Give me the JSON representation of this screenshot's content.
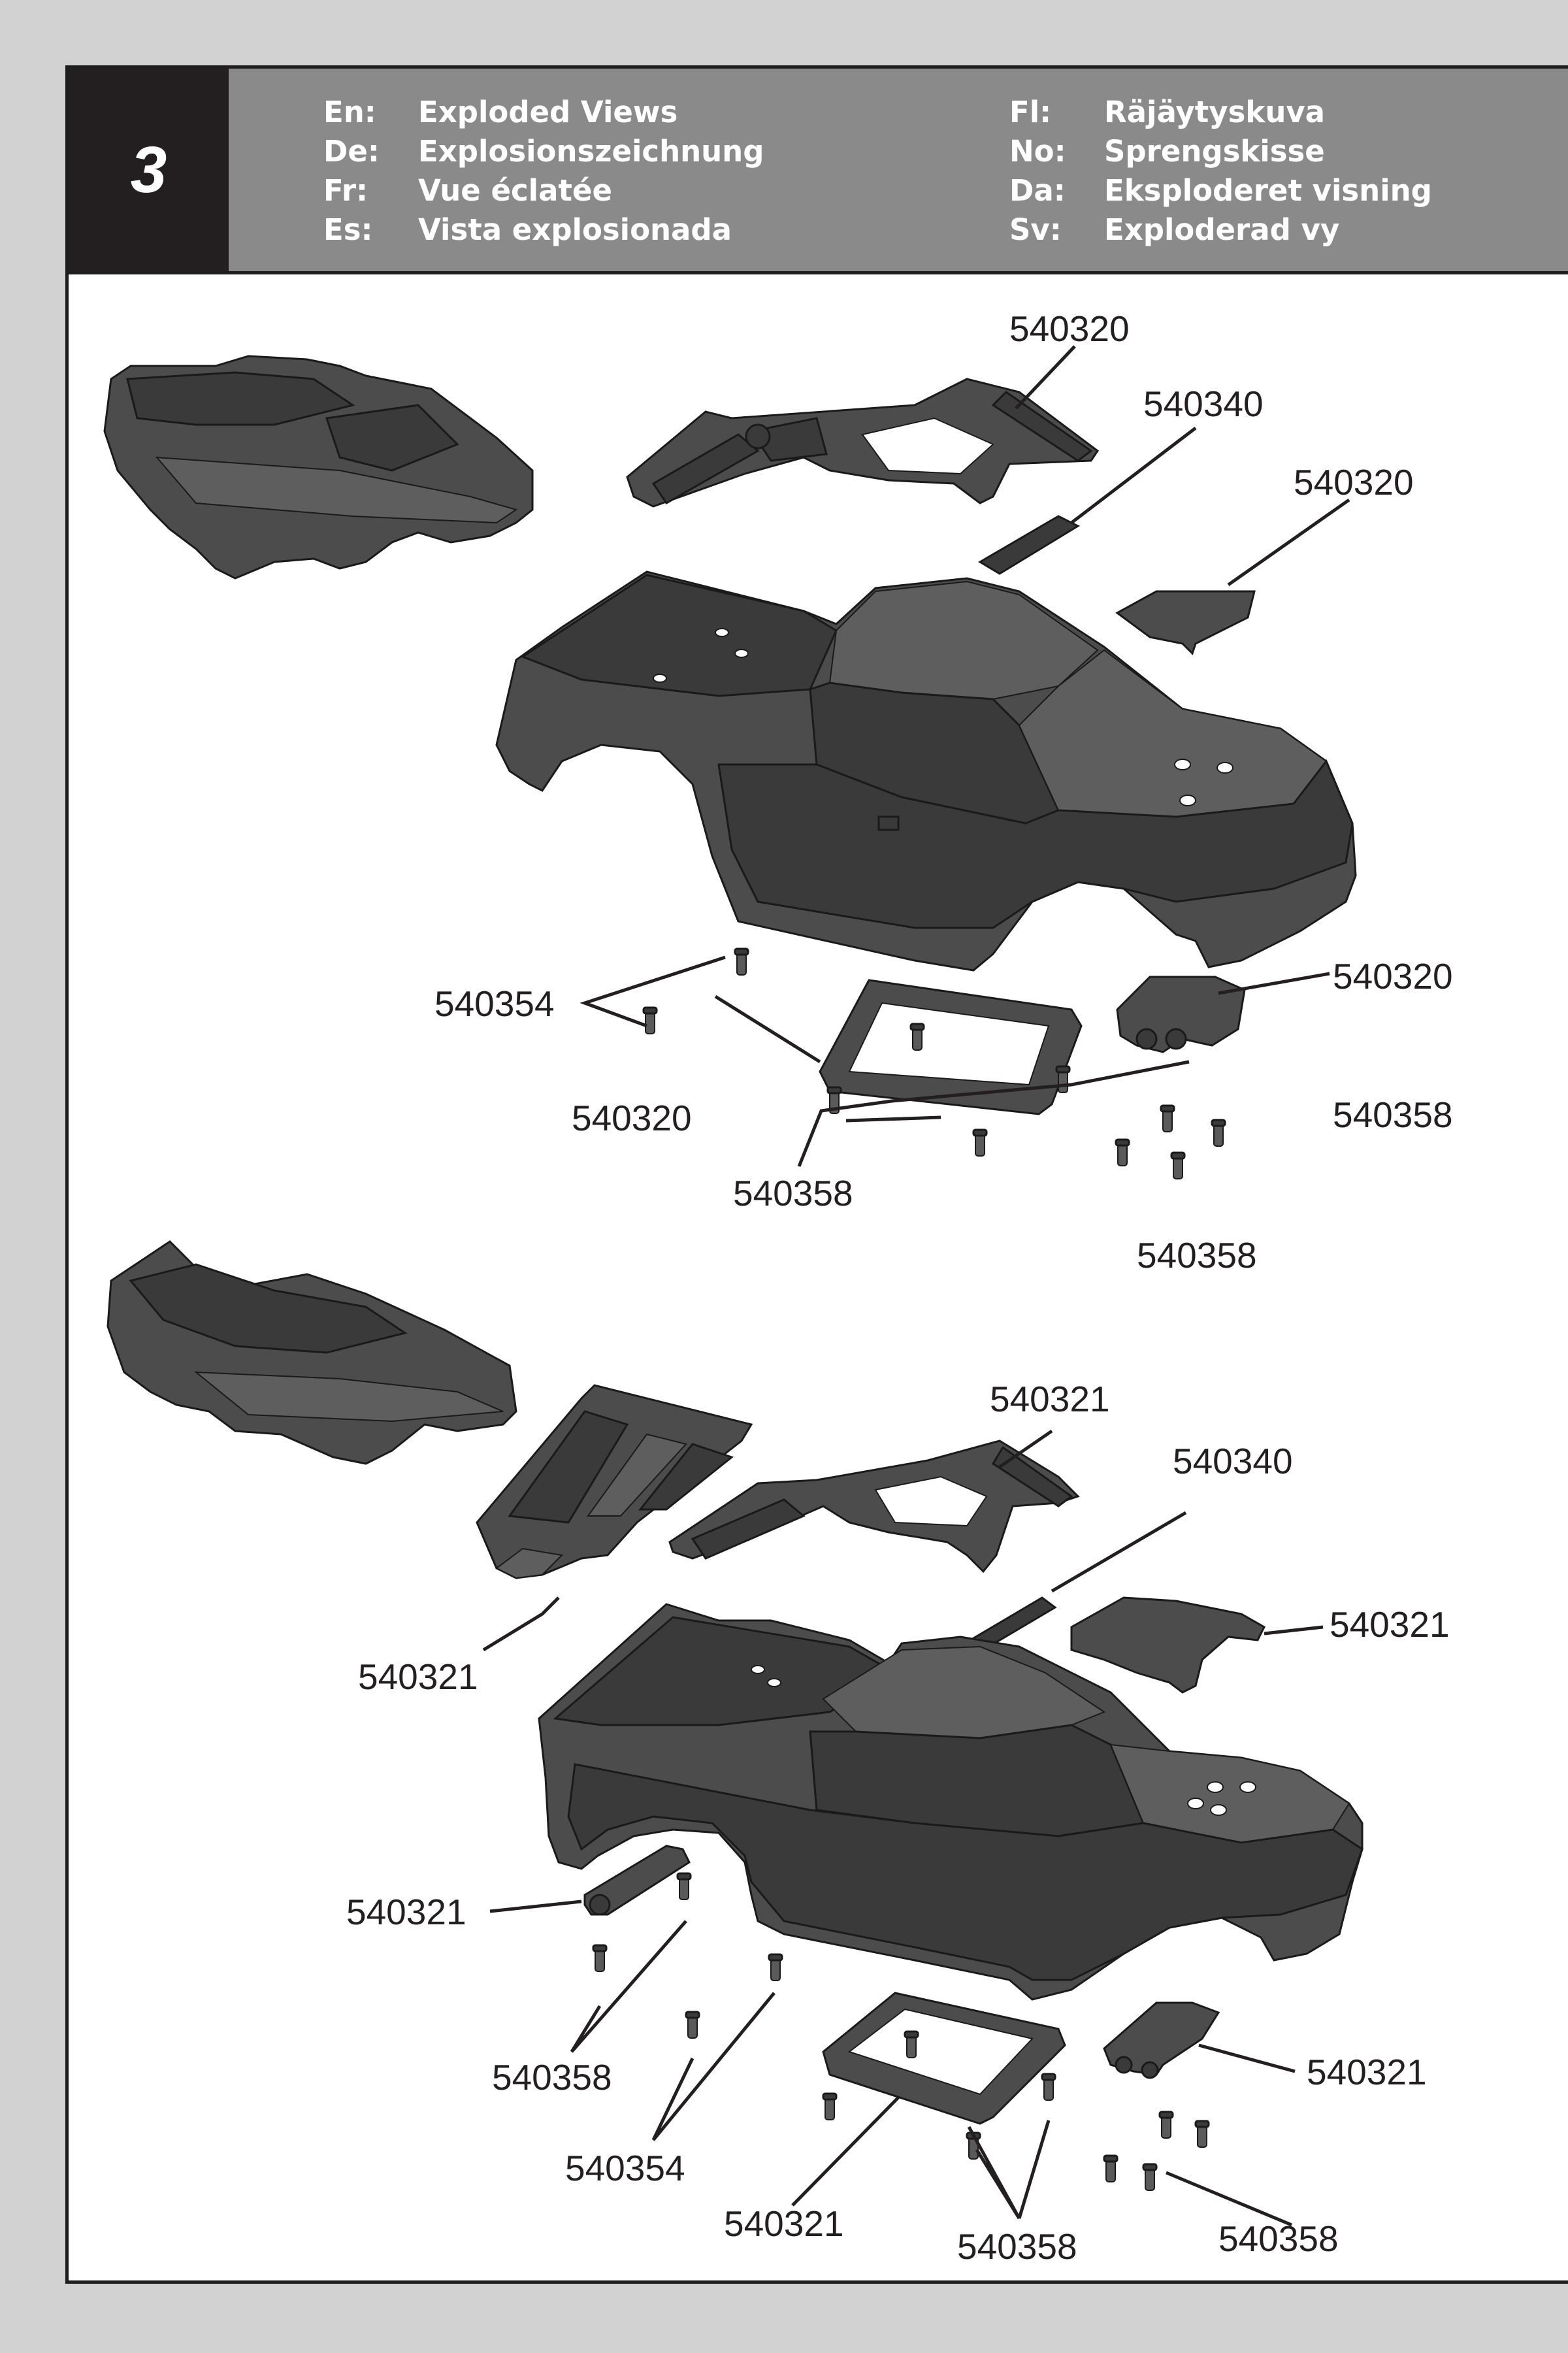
{
  "step": "3",
  "languages_left": [
    {
      "code": "En:",
      "text": "Exploded Views"
    },
    {
      "code": "De:",
      "text": "Explosionszeichnung"
    },
    {
      "code": "Fr:",
      "text": "Vue éclatée"
    },
    {
      "code": "Es:",
      "text": "Vista explosionada"
    }
  ],
  "languages_right": [
    {
      "code": "Fl:",
      "text": "Räjäytyskuva"
    },
    {
      "code": "No:",
      "text": "Sprengskisse"
    },
    {
      "code": "Da:",
      "text": "Eksploderet visning"
    },
    {
      "code": "Sv:",
      "text": "Exploderad vy"
    }
  ],
  "top_view": {
    "cage_part": "540320",
    "plate_part": "540340",
    "cover_part": "540320",
    "mount_part": "540320",
    "frame_part": "540320",
    "screws_left_part": "540354",
    "screws_frame_part": "540358",
    "screws_right_part": "540358",
    "screws_right_lower_part": "540358"
  },
  "bottom_view": {
    "cage_part": "540321",
    "plate_part": "540340",
    "wing_part": "540321",
    "cover_part": "540321",
    "bar_part": "540321",
    "mount_part": "540321",
    "frame_part": "540321",
    "screws_left_part": "540358",
    "screws_mid_part": "540354",
    "screws_frame_part": "540358",
    "screws_right_part": "540358"
  }
}
